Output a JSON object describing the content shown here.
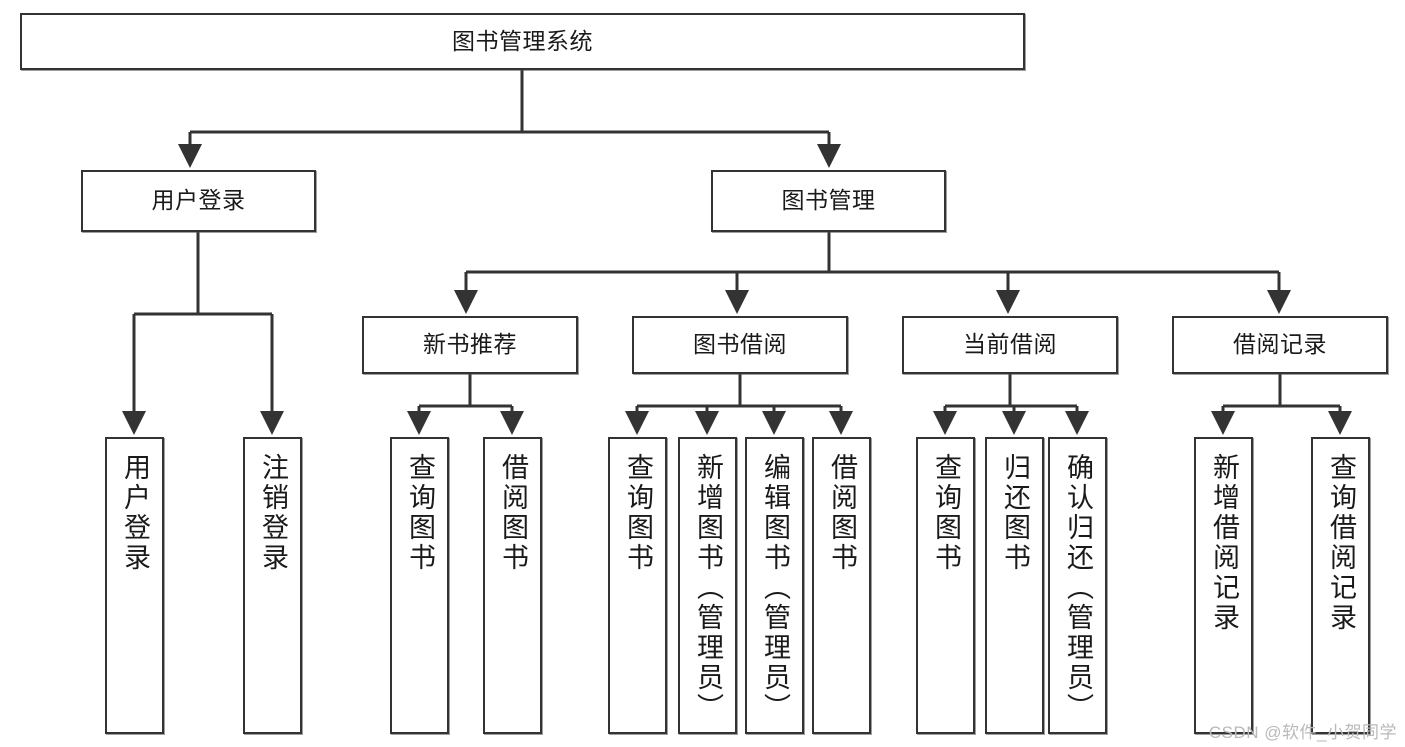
{
  "diagram": {
    "type": "tree",
    "title": "图书管理系统",
    "root": {
      "id": "root",
      "label": "图书管理系统"
    },
    "level1": [
      {
        "id": "user-login",
        "label": "用户登录"
      },
      {
        "id": "book-management",
        "label": "图书管理"
      }
    ],
    "level2": [
      {
        "id": "new-book-recommend",
        "label": "新书推荐",
        "parent": "book-management"
      },
      {
        "id": "book-borrow",
        "label": "图书借阅",
        "parent": "book-management"
      },
      {
        "id": "current-borrow",
        "label": "当前借阅",
        "parent": "book-management"
      },
      {
        "id": "borrow-record",
        "label": "借阅记录",
        "parent": "book-management"
      }
    ],
    "leaves": [
      {
        "id": "leaf-user-login",
        "label": "用户登录",
        "parent": "user-login"
      },
      {
        "id": "leaf-logout-login",
        "label": "注销登录",
        "parent": "user-login"
      },
      {
        "id": "leaf-query-book-1",
        "label": "查询图书",
        "parent": "new-book-recommend"
      },
      {
        "id": "leaf-borrow-book-1",
        "label": "借阅图书",
        "parent": "new-book-recommend"
      },
      {
        "id": "leaf-query-book-2",
        "label": "查询图书",
        "parent": "book-borrow"
      },
      {
        "id": "leaf-add-book",
        "label": "新增图书（管理员）",
        "parent": "book-borrow"
      },
      {
        "id": "leaf-edit-book",
        "label": "编辑图书（管理员）",
        "parent": "book-borrow"
      },
      {
        "id": "leaf-borrow-book-2",
        "label": "借阅图书",
        "parent": "book-borrow"
      },
      {
        "id": "leaf-query-book-3",
        "label": "查询图书",
        "parent": "current-borrow"
      },
      {
        "id": "leaf-return-book",
        "label": "归还图书",
        "parent": "current-borrow"
      },
      {
        "id": "leaf-confirm-return",
        "label": "确认归还（管理员）",
        "parent": "current-borrow"
      },
      {
        "id": "leaf-add-record",
        "label": "新增借阅记录",
        "parent": "borrow-record"
      },
      {
        "id": "leaf-query-record",
        "label": "查询借阅记录",
        "parent": "borrow-record"
      }
    ],
    "colors": {
      "stroke": "#333333",
      "fill": "#ffffff",
      "text": "#1a1a1a",
      "watermark": "#b9b9b9"
    }
  },
  "watermark": {
    "text": "CSDN @软件_小贺同学"
  }
}
